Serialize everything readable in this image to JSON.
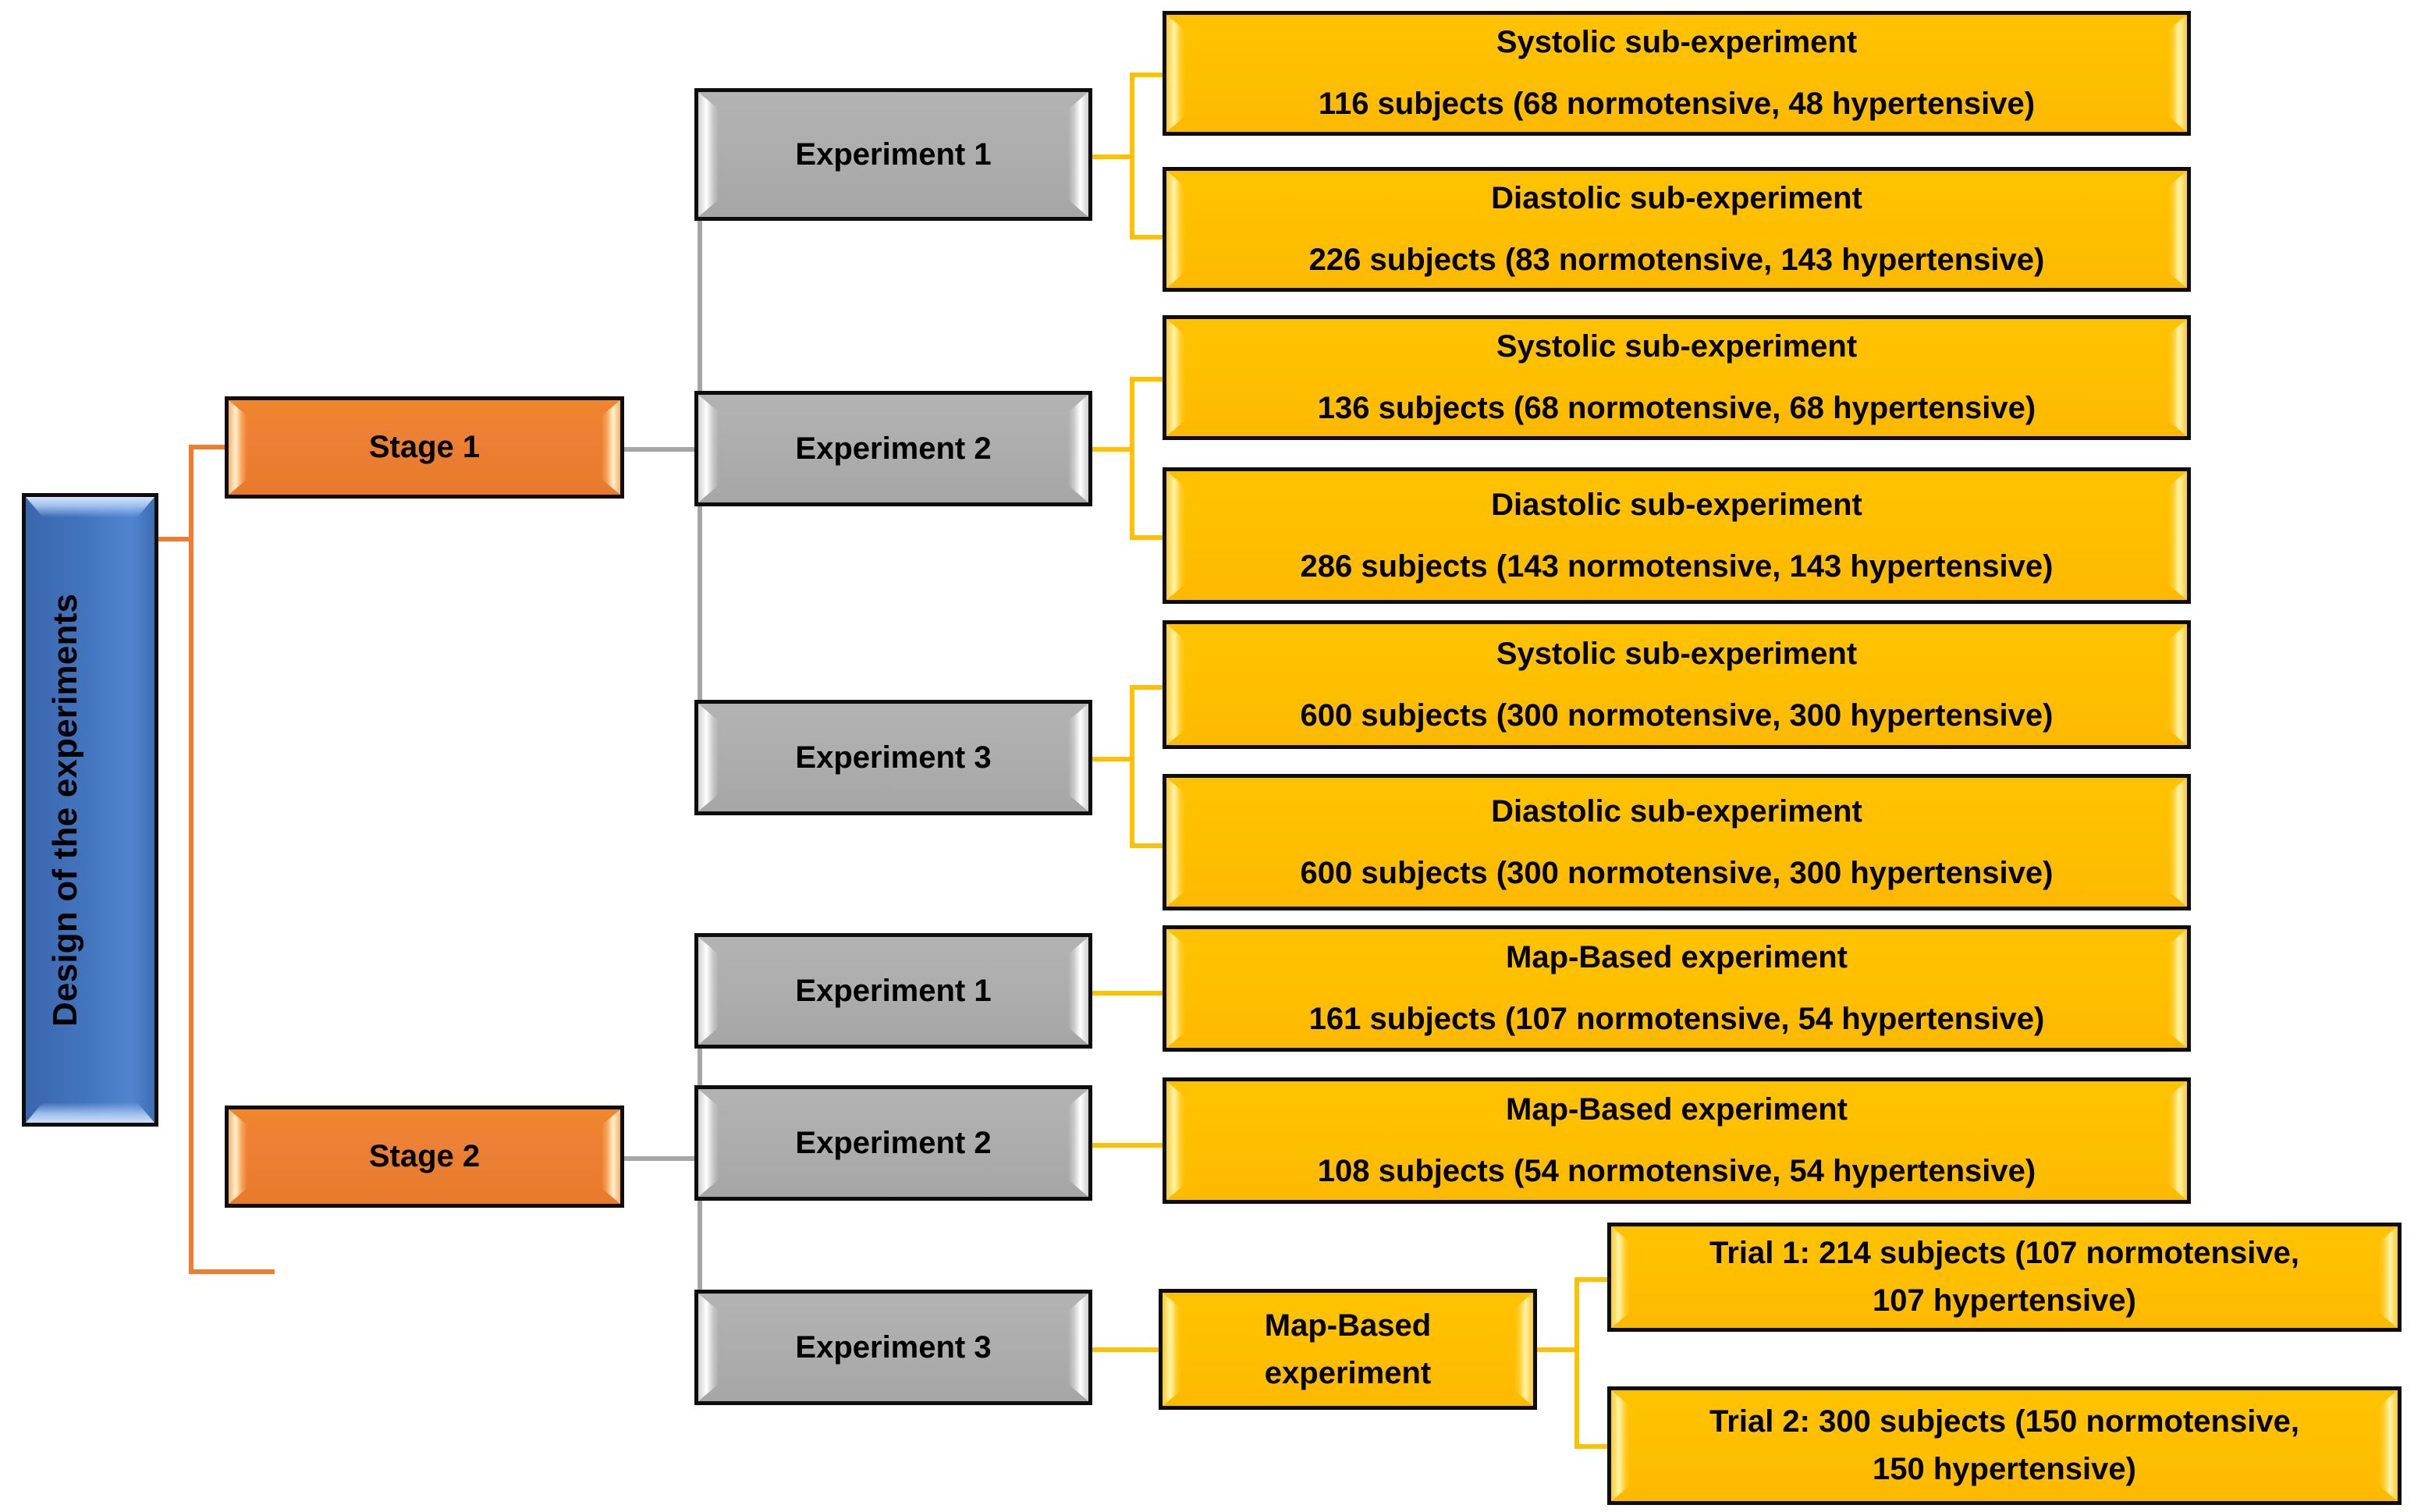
{
  "diagram": {
    "title": "Design of the experiments",
    "colors": {
      "root": "#4274bd",
      "stage": "#ed7d31",
      "experiment": "#adadad",
      "leaf": "#ffc000",
      "connector_root": "#ed7d31",
      "connector_stage": "#a6a6a6",
      "connector_experiment": "#ffc000",
      "border": "#0d0d0d",
      "text": "#000000"
    },
    "root": {
      "label": "Design of the experiments"
    },
    "stages": [
      {
        "label": "Stage 1",
        "experiments": [
          {
            "label": "Experiment 1",
            "leaves": [
              {
                "title": "Systolic sub-experiment",
                "detail": "116 subjects (68 normotensive, 48 hypertensive)"
              },
              {
                "title": "Diastolic sub-experiment",
                "detail": "226 subjects  (83 normotensive, 143 hypertensive)"
              }
            ]
          },
          {
            "label": "Experiment 2",
            "leaves": [
              {
                "title": "Systolic sub-experiment",
                "detail": "136 subjects  (68 normotensive, 68 hypertensive)"
              },
              {
                "title": "Diastolic sub-experiment",
                "detail": "286 subjects  (143 normotensive, 143 hypertensive)"
              }
            ]
          },
          {
            "label": "Experiment 3",
            "leaves": [
              {
                "title": "Systolic sub-experiment",
                "detail": "600 subjects  (300 normotensive, 300 hypertensive)"
              },
              {
                "title": "Diastolic sub-experiment",
                "detail": "600 subjects  (300 normotensive, 300 hypertensive)"
              }
            ]
          }
        ]
      },
      {
        "label": "Stage 2",
        "experiments": [
          {
            "label": "Experiment 1",
            "leaves": [
              {
                "title": "Map-Based experiment",
                "detail": "161 subjects (107 normotensive, 54 hypertensive)"
              }
            ]
          },
          {
            "label": "Experiment 2",
            "leaves": [
              {
                "title": "Map-Based experiment",
                "detail": "108 subjects (54 normotensive, 54 hypertensive)"
              }
            ]
          },
          {
            "label": "Experiment 3",
            "leaves": [
              {
                "title": "Map-Based",
                "detail": "experiment"
              }
            ],
            "trials": [
              {
                "line1": "Trial 1: 214 subjects  (107 normotensive,",
                "line2": "107 hypertensive)"
              },
              {
                "line1": "Trial 2: 300 subjects  (150 normotensive,",
                "line2": "150 hypertensive)"
              }
            ]
          }
        ]
      }
    ]
  }
}
